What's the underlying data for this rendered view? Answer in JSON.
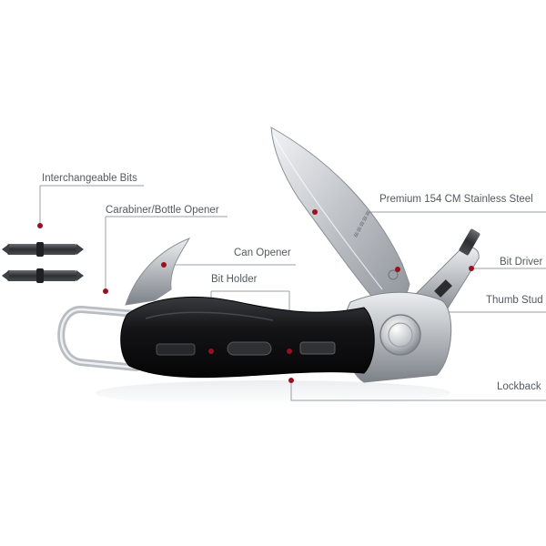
{
  "callouts": {
    "interchangeable_bits": "Interchangeable Bits",
    "carabiner_bottle_opener": "Carabiner/Bottle Opener",
    "can_opener": "Can Opener",
    "bit_holder": "Bit Holder",
    "blade_steel": "Premium 154 CM Stainless Steel",
    "bit_driver": "Bit Driver",
    "thumb_stud": "Thumb Stud",
    "lockback": "Lockback"
  },
  "colors": {
    "callout_dot": "#9a1020",
    "leader_line": "#9aa0a6",
    "label_text": "#555a60",
    "handle": "#141416",
    "steel": "#c9ccd0"
  }
}
